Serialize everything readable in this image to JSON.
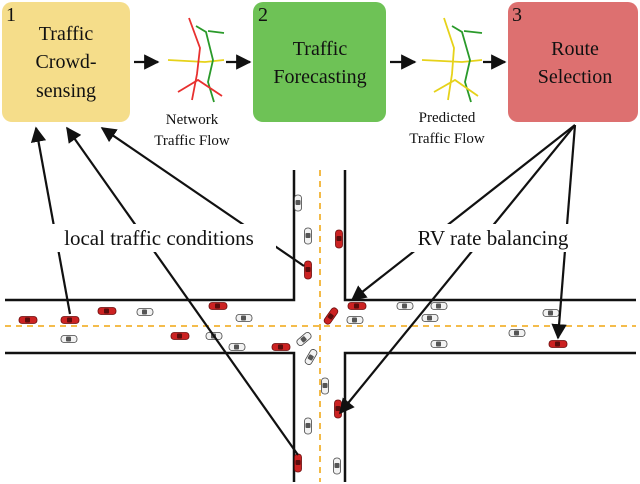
{
  "boxes": [
    {
      "number": "1",
      "lines": [
        "Traffic",
        "Crowd-",
        "sensing"
      ],
      "color": "#f5dd8a"
    },
    {
      "number": "2",
      "lines": [
        "Traffic",
        "Forecasting"
      ],
      "color": "#6ec256"
    },
    {
      "number": "3",
      "lines": [
        "Route",
        "Selection"
      ],
      "color": "#dd7070"
    }
  ],
  "captions": {
    "network": [
      "Network",
      "Traffic Flow"
    ],
    "predicted": [
      "Predicted",
      "Traffic Flow"
    ]
  },
  "labels": {
    "left": "local traffic conditions",
    "right": "RV rate balancing"
  },
  "colors": {
    "road": "#111111",
    "lane_marking": "#f2b233",
    "red_vehicle": "#cc2222",
    "normal_vehicle": "#cfcfcf",
    "flow_red": "#e8302f",
    "flow_green": "#2a9a2a",
    "flow_yellow": "#e6d21a"
  }
}
